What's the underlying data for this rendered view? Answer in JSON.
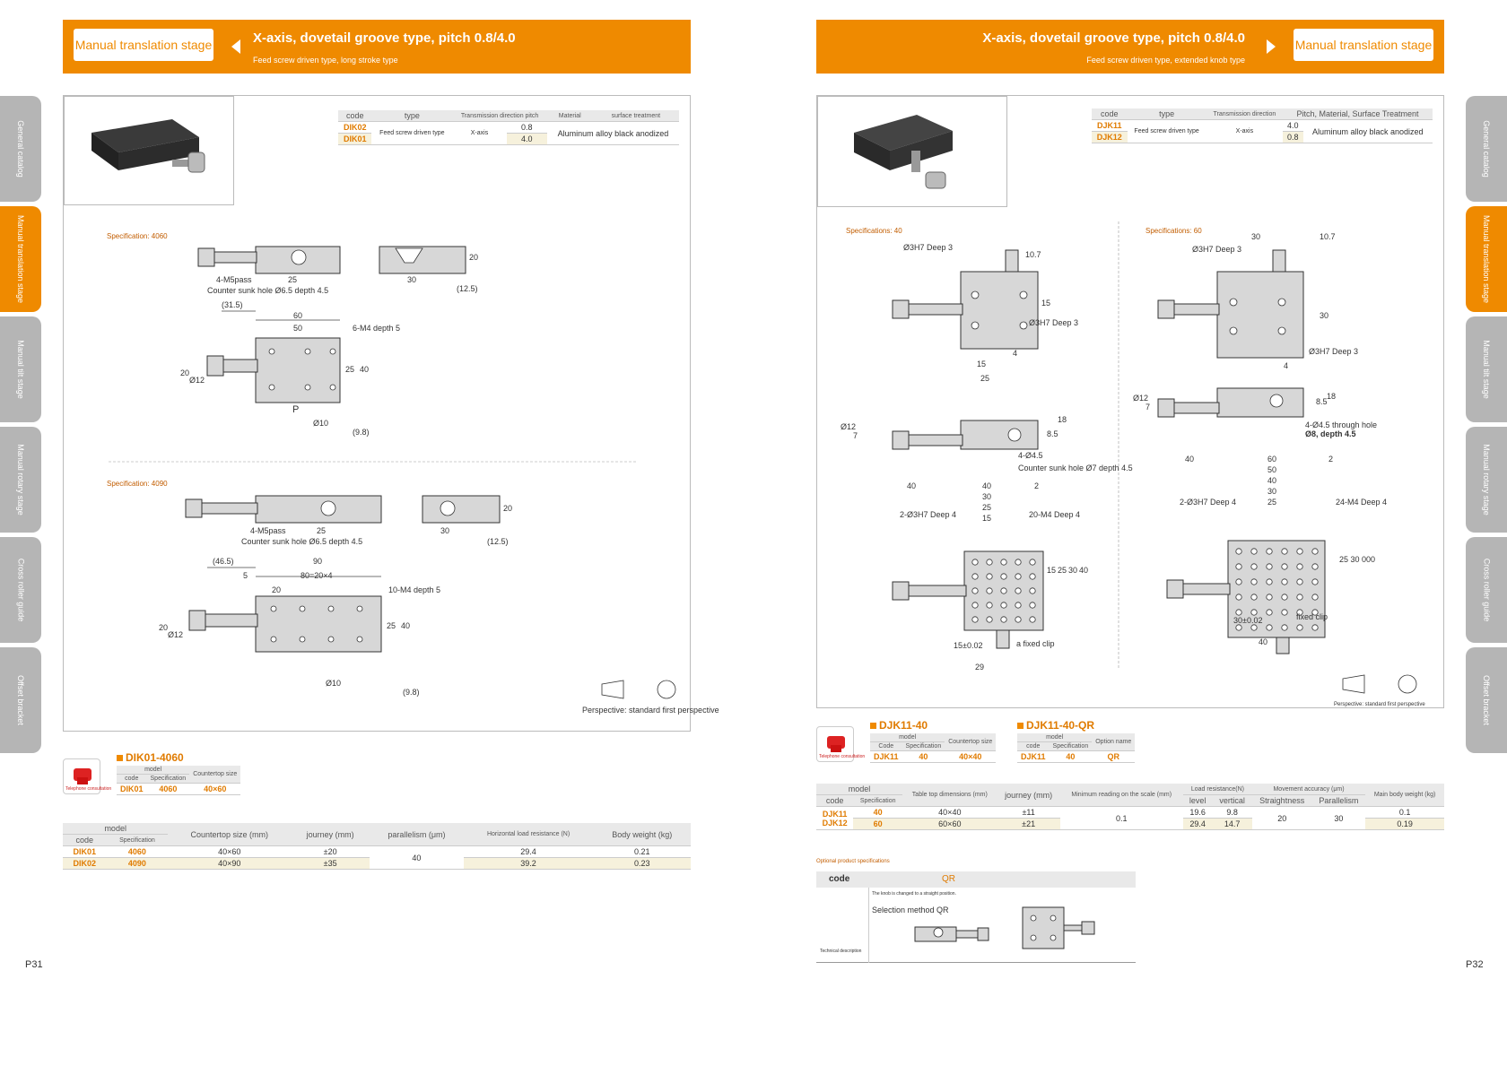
{
  "left": {
    "banner": {
      "tag": "Manual translation stage",
      "title": "X-axis, dovetail groove type, pitch 0.8/4.0",
      "subtitle": "Feed screw driven type, long stroke type"
    },
    "side_tabs": [
      "General catalog",
      "Manual translation stage",
      "Manual tilt stage",
      "Manual rotary stage",
      "Cross roller guide",
      "Offset bracket"
    ],
    "spec_table": {
      "headers": [
        "code",
        "type",
        "Transmission direction pitch",
        "Material",
        "surface treatment"
      ],
      "rows": [
        {
          "code": "DIK02",
          "pitch": "0.8"
        },
        {
          "code": "DIK01",
          "pitch": "4.0"
        }
      ],
      "type": "Feed screw driven type",
      "direction": "X-axis",
      "material": "Aluminum alloy black anodized"
    },
    "spec1_label": "Specification: 4060",
    "spec2_label": "Specification: 4090",
    "dims1": {
      "m5": "4-M5pass",
      "cs": "Counter sunk hole Ø6.5 depth 4.5",
      "d25": "25",
      "d30": "30",
      "d20": "20",
      "d125": "(12.5)",
      "d315": "(31.5)",
      "d60": "60",
      "d50": "50",
      "m4": "6-M4 depth 5",
      "d20b": "20",
      "d12": "Ø12",
      "d25b": "25",
      "d40": "40",
      "p": "P",
      "d10": "Ø10",
      "d98": "(9.8)"
    },
    "dims2": {
      "m5": "4-M5pass",
      "cs": "Counter sunk hole Ø6.5 depth 4.5",
      "d25": "25",
      "d30": "30",
      "d20": "20",
      "d125": "(12.5)",
      "d465": "(46.5)",
      "d90": "90",
      "d5": "5",
      "d80": "80=20×4",
      "d20c": "20",
      "m4": "10-M4 depth 5",
      "d20b": "20",
      "d12": "Ø12",
      "d25b": "25",
      "d40": "40",
      "d10": "Ø10",
      "d98": "(9.8)"
    },
    "perspective": "Perspective: standard first perspective",
    "order": {
      "title": "DIK01-4060",
      "model": "model",
      "code": "code",
      "spec": "Specification",
      "size": "Countertop size",
      "v_code": "DIK01",
      "v_spec": "4060",
      "v_size": "40×60"
    },
    "phone_caption": "Telephone consultation",
    "main_table": {
      "headers": [
        "model",
        "Countertop size (mm)",
        "journey (mm)",
        "parallelism (μm)",
        "Horizontal load resistance (N)",
        "Body weight (kg)"
      ],
      "sub": [
        "code",
        "Specification"
      ],
      "rows": [
        {
          "code": "DIK01",
          "spec": "4060",
          "size": "40×60",
          "journey": "±20",
          "load": "29.4",
          "weight": "0.21"
        },
        {
          "code": "DIK02",
          "spec": "4090",
          "size": "40×90",
          "journey": "±35",
          "load": "39.2",
          "weight": "0.23"
        }
      ],
      "parallelism": "40"
    },
    "page_num": "P31"
  },
  "right": {
    "banner": {
      "tag": "Manual translation stage",
      "title": "X-axis, dovetail groove type, pitch 0.8/4.0",
      "subtitle": "Feed screw driven type, extended knob type"
    },
    "side_tabs": [
      "General catalog",
      "Manual translation stage",
      "Manual tilt stage",
      "Manual rotary stage",
      "Cross roller guide",
      "Offset bracket"
    ],
    "spec_table": {
      "headers": [
        "code",
        "type",
        "Transmission direction",
        "Pitch, Material, Surface Treatment"
      ],
      "rows": [
        {
          "code": "DJK11",
          "pitch": "4.0"
        },
        {
          "code": "DJK12",
          "pitch": "0.8"
        }
      ],
      "type": "Feed screw driven type",
      "direction": "X-axis",
      "material": "Aluminum alloy black anodized"
    },
    "spec40_label": "Specifications: 40",
    "spec60_label": "Specifications: 60",
    "dims40": {
      "h7a": "Ø3H7 Deep 3",
      "d107": "10.7",
      "d15": "15",
      "h7b": "Ø3H7 Deep 3",
      "d15b": "15",
      "d4": "4",
      "d25": "25",
      "d12": "Ø12",
      "d7": "7",
      "d85": "8.5",
      "d18": "18",
      "m45": "4-Ø4.5",
      "cs": "Counter sunk hole Ø7 depth 4.5",
      "t40a": "40",
      "t40b": "40",
      "t30": "30",
      "t25": "25",
      "t15": "15",
      "t2": "2",
      "h7c": "2-Ø3H7 Deep 4",
      "m4": "20-M4 Deep 4",
      "r15": "15",
      "r25": "25",
      "r30": "30",
      "r40": "40",
      "d15c": "15±0.02",
      "fc": "a fixed clip",
      "d29": "29"
    },
    "dims60": {
      "h7a": "Ø3H7 Deep 3",
      "d30": "30",
      "d107": "10.7",
      "d30b": "30",
      "h7b": "Ø3H7 Deep 3",
      "d4": "4",
      "d12": "Ø12",
      "d7": "7",
      "d85": "8.5",
      "d18": "18",
      "m45": "4-Ø4.5 through hole",
      "cs": "Ø8, depth 4.5",
      "t40": "40",
      "t60": "60",
      "t2": "2",
      "t50": "50",
      "t40b": "40",
      "t30": "30",
      "t25": "25",
      "h7c": "2-Ø3H7 Deep 4",
      "m4": "24-M4 Deep 4",
      "r": "25 30 000",
      "d30c": "30±0.02",
      "fc": "fixed clip",
      "d40": "40"
    },
    "perspective": "Perspective: standard first perspective",
    "order1": {
      "title": "DJK11-40",
      "model": "model",
      "code": "Code",
      "spec": "Specification",
      "size": "Countertop size",
      "v_code": "DJK11",
      "v_spec": "40",
      "v_size": "40×40"
    },
    "order2": {
      "title": "DJK11-40-QR",
      "model": "model",
      "code": "code",
      "spec": "Specification",
      "opt": "Option name",
      "v_code": "DJK11",
      "v_spec": "40",
      "v_opt": "QR"
    },
    "phone_caption": "Telephone consultation",
    "main_table": {
      "h_model": "model",
      "h_code": "code",
      "h_spec": "Specification",
      "h_size": "Table top dimensions (mm)",
      "h_journey": "journey (mm)",
      "h_min": "Minimum reading on the scale (mm)",
      "h_load": "Load resistance(N)",
      "h_level": "level",
      "h_vertical": "vertical",
      "h_acc": "Movement accuracy (μm)",
      "h_straight": "Straightness",
      "h_parallel": "Parallelism",
      "h_weight": "Main body weight (kg)",
      "codes": "DJK11\nDJK12",
      "min": "0.1",
      "straight": "20",
      "parallel": "30",
      "rows": [
        {
          "spec": "40",
          "size": "40×40",
          "journey": "±11",
          "level": "19.6",
          "vertical": "9.8",
          "weight": "0.1"
        },
        {
          "spec": "60",
          "size": "60×60",
          "journey": "±21",
          "level": "29.4",
          "vertical": "14.7",
          "weight": "0.19"
        }
      ]
    },
    "options_label": "Optional product specifications",
    "qr": {
      "code": "code",
      "name": "QR",
      "desc": "The knob is changed to a straight position.",
      "method": "Selection method QR",
      "tech": "Technical description"
    },
    "page_num": "P32"
  }
}
